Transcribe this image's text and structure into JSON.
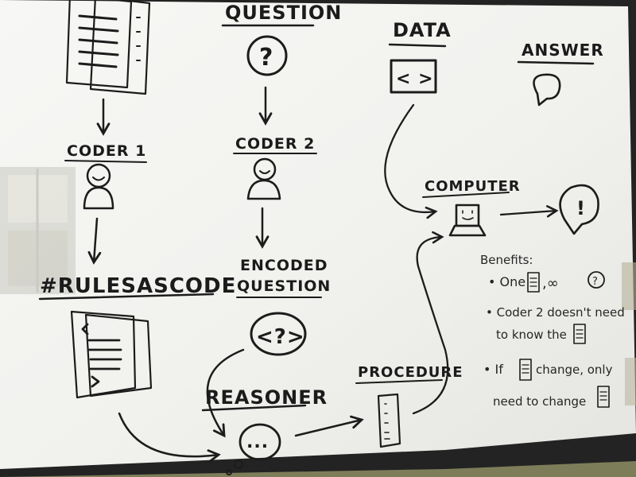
{
  "columns": {
    "question_title": "QUESTION",
    "data_title": "DATA",
    "answer_title": "ANSWER"
  },
  "icons": {
    "question_mark": "?",
    "data_code": "< >",
    "encoded_code": "<?>",
    "answer_bubble": "!",
    "reasoner_dots": "..."
  },
  "coders": {
    "coder1": "CODER 1",
    "coder2": "CODER 2"
  },
  "labels": {
    "rules_as_code": "#RULESASCODE",
    "encoded_line1": "ENCODED",
    "encoded_line2": "QUESTION",
    "computer": "COMPUTER",
    "reasoner": "REASONER",
    "procedure": "PROCEDURE"
  },
  "benefits": {
    "heading": "Benefits:",
    "b1_prefix": "• One",
    "b1_mid": ",∞",
    "b2_line1": "• Coder 2 doesn't need",
    "b2_line2": "to know the",
    "b3_line1_prefix": "• If",
    "b3_line1_suffix": "change, only",
    "b3_line2": "need to change"
  },
  "colors": {
    "ink": "#1c1c1c",
    "board": "#f4f4f1",
    "frame": "#232323",
    "wall": "#8a8a5c"
  }
}
